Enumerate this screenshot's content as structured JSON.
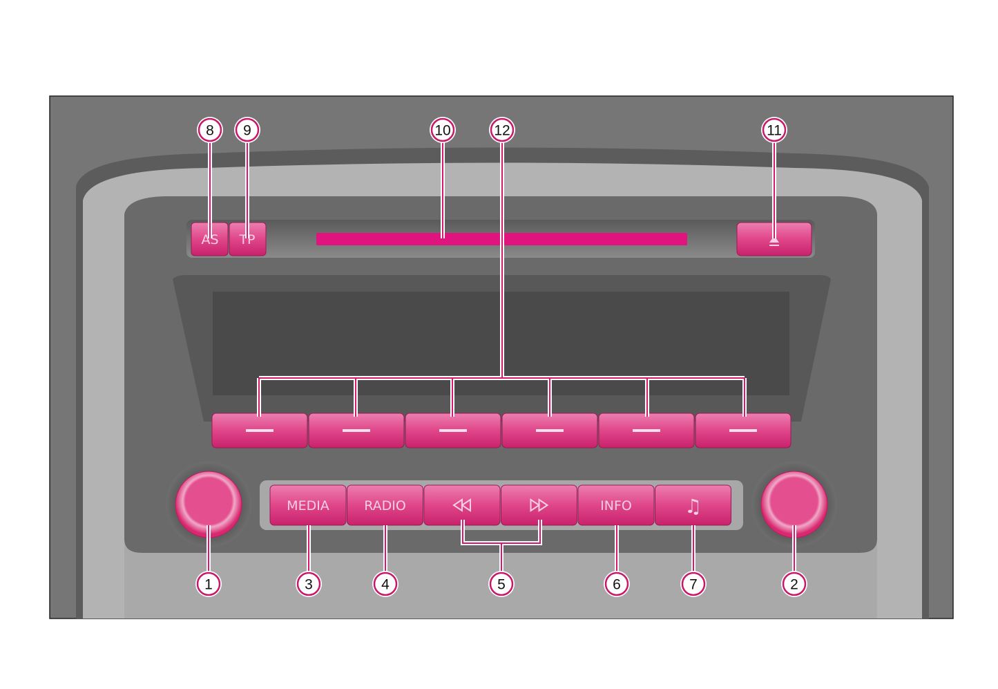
{
  "colors": {
    "accent": "#e0147f",
    "button": "#e0508f",
    "panel": "#767676",
    "bezel": "#b3b3b3",
    "display": "#4a4a4a"
  },
  "top_buttons": {
    "as_label": "AS",
    "tp_label": "TP",
    "eject_icon": "eject-icon"
  },
  "bottom_buttons": [
    {
      "label": "MEDIA"
    },
    {
      "label": "RADIO"
    },
    {
      "label": "«",
      "icon": "rewind-icon"
    },
    {
      "label": "»",
      "icon": "fast-forward-icon"
    },
    {
      "label": "INFO"
    },
    {
      "label": "♫",
      "icon": "music-note-icon"
    }
  ],
  "callouts": {
    "c1": "1",
    "c2": "2",
    "c3": "3",
    "c4": "4",
    "c5": "5",
    "c6": "6",
    "c7": "7",
    "c8": "8",
    "c9": "9",
    "c10": "10",
    "c11": "11",
    "c12": "12"
  }
}
